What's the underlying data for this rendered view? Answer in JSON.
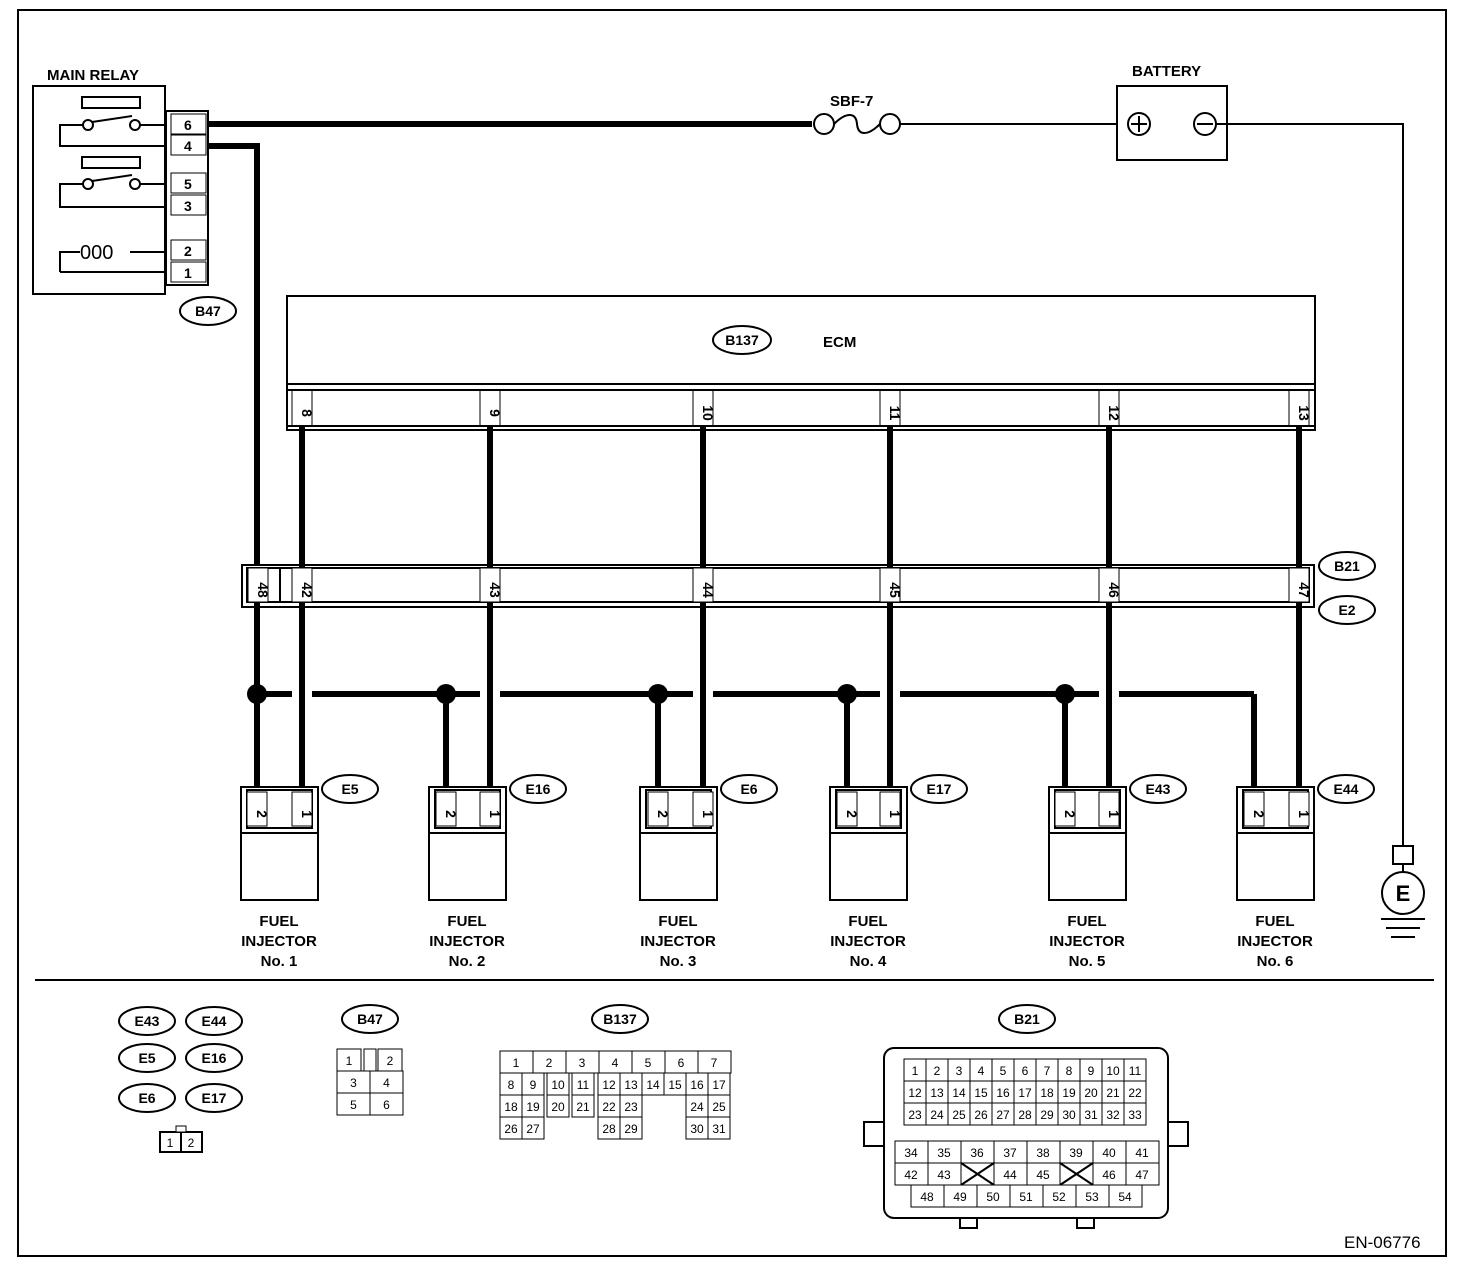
{
  "main_relay": {
    "title": "MAIN RELAY",
    "connector": "B47",
    "pins": [
      "6",
      "4",
      "5",
      "3",
      "2",
      "1"
    ],
    "coil_symbol": "000"
  },
  "fuse": {
    "label": "SBF-7"
  },
  "battery": {
    "label": "BATTERY"
  },
  "ecm": {
    "label": "ECM",
    "connector": "B137",
    "pins": [
      "8",
      "9",
      "10",
      "11",
      "12",
      "13"
    ]
  },
  "joint_connector": {
    "ids": [
      "B21",
      "E2"
    ],
    "pins": [
      "48",
      "42",
      "43",
      "44",
      "45",
      "46",
      "47"
    ]
  },
  "injectors": [
    {
      "connector": "E5",
      "label": [
        "FUEL",
        "INJECTOR",
        "No. 1"
      ],
      "pins": [
        "2",
        "1"
      ]
    },
    {
      "connector": "E16",
      "label": [
        "FUEL",
        "INJECTOR",
        "No. 2"
      ],
      "pins": [
        "2",
        "1"
      ]
    },
    {
      "connector": "E6",
      "label": [
        "FUEL",
        "INJECTOR",
        "No. 3"
      ],
      "pins": [
        "2",
        "1"
      ]
    },
    {
      "connector": "E17",
      "label": [
        "FUEL",
        "INJECTOR",
        "No. 4"
      ],
      "pins": [
        "2",
        "1"
      ]
    },
    {
      "connector": "E43",
      "label": [
        "FUEL",
        "INJECTOR",
        "No. 5"
      ],
      "pins": [
        "2",
        "1"
      ]
    },
    {
      "connector": "E44",
      "label": [
        "FUEL",
        "INJECTOR",
        "No. 6"
      ],
      "pins": [
        "2",
        "1"
      ]
    }
  ],
  "ground": {
    "symbol": "E"
  },
  "legend": {
    "injector_connectors": [
      "E43",
      "E44",
      "E5",
      "E16",
      "E6",
      "E17"
    ],
    "injector_pins": [
      "1",
      "2"
    ],
    "b47": {
      "id": "B47",
      "pins": [
        "1",
        "2",
        "3",
        "4",
        "5",
        "6"
      ]
    },
    "b137": {
      "id": "B137",
      "rows": [
        [
          "1",
          "2",
          "3",
          "4",
          "5",
          "6",
          "7"
        ],
        [
          "8",
          "9",
          "10",
          "11",
          "12",
          "13",
          "14",
          "15",
          "16",
          "17"
        ],
        [
          "18",
          "19",
          "20",
          "21",
          "22",
          "23",
          "24",
          "25"
        ],
        [
          "26",
          "27",
          "28",
          "29",
          "30",
          "31"
        ]
      ]
    },
    "b21": {
      "id": "B21",
      "rows": [
        [
          "1",
          "2",
          "3",
          "4",
          "5",
          "6",
          "7",
          "8",
          "9",
          "10",
          "11"
        ],
        [
          "12",
          "13",
          "14",
          "15",
          "16",
          "17",
          "18",
          "19",
          "20",
          "21",
          "22"
        ],
        [
          "23",
          "24",
          "25",
          "26",
          "27",
          "28",
          "29",
          "30",
          "31",
          "32",
          "33"
        ],
        [
          "34",
          "35",
          "36",
          "37",
          "38",
          "39",
          "40",
          "41"
        ],
        [
          "42",
          "43",
          "44",
          "45",
          "46",
          "47"
        ],
        [
          "48",
          "49",
          "50",
          "51",
          "52",
          "53",
          "54"
        ]
      ]
    }
  },
  "figure_code": "EN-06776"
}
